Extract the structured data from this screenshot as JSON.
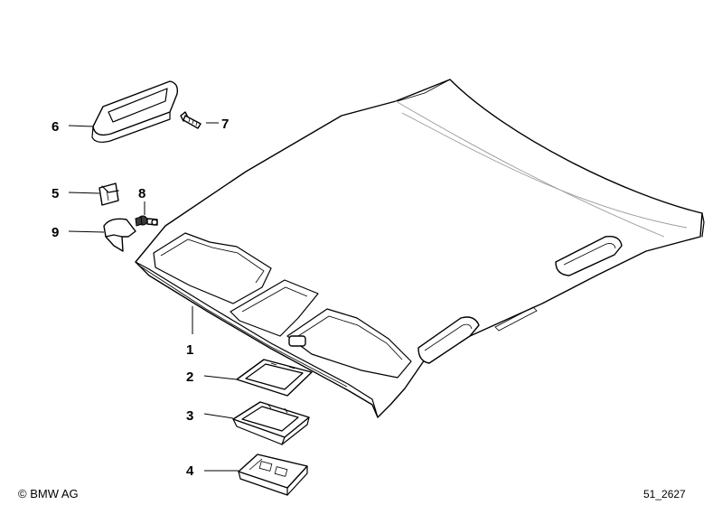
{
  "callouts": [
    {
      "id": "1",
      "label": "1"
    },
    {
      "id": "2",
      "label": "2"
    },
    {
      "id": "3",
      "label": "3"
    },
    {
      "id": "4",
      "label": "4"
    },
    {
      "id": "5",
      "label": "5"
    },
    {
      "id": "6",
      "label": "6"
    },
    {
      "id": "7",
      "label": "7"
    },
    {
      "id": "8",
      "label": "8"
    },
    {
      "id": "9",
      "label": "9"
    }
  ],
  "footer": {
    "copyright": "© BMW AG",
    "diagram_code": "51_2627"
  }
}
